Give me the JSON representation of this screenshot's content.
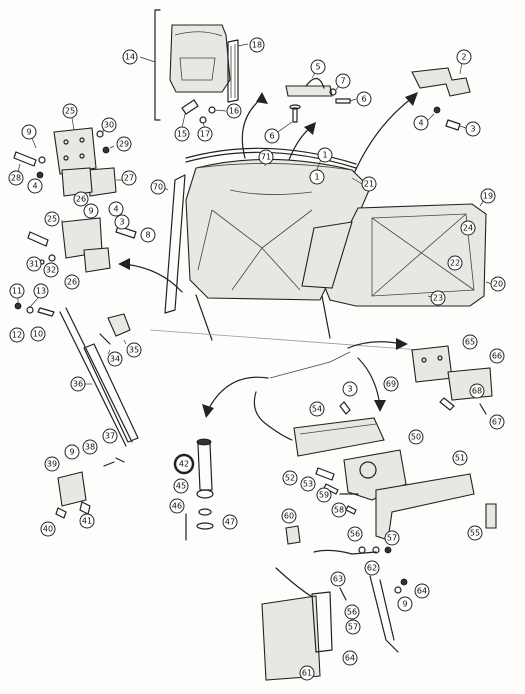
{
  "callouts": [
    {
      "label": "14"
    },
    {
      "label": "18"
    },
    {
      "label": "15"
    },
    {
      "label": "17"
    },
    {
      "label": "16"
    },
    {
      "label": "5"
    },
    {
      "label": "7"
    },
    {
      "label": "6"
    },
    {
      "label": "6"
    },
    {
      "label": "2"
    },
    {
      "label": "1"
    },
    {
      "label": "4"
    },
    {
      "label": "3"
    },
    {
      "label": "25"
    },
    {
      "label": "30"
    },
    {
      "label": "9"
    },
    {
      "label": "29"
    },
    {
      "label": "28"
    },
    {
      "label": "4"
    },
    {
      "label": "27"
    },
    {
      "label": "26"
    },
    {
      "label": "71"
    },
    {
      "label": "1"
    },
    {
      "label": "70"
    },
    {
      "label": "21"
    },
    {
      "label": "19"
    },
    {
      "label": "24"
    },
    {
      "label": "22"
    },
    {
      "label": "20"
    },
    {
      "label": "23"
    },
    {
      "label": "25"
    },
    {
      "label": "4"
    },
    {
      "label": "9"
    },
    {
      "label": "3"
    },
    {
      "label": "8"
    },
    {
      "label": "31"
    },
    {
      "label": "32"
    },
    {
      "label": "26"
    },
    {
      "label": "11"
    },
    {
      "label": "13"
    },
    {
      "label": "12"
    },
    {
      "label": "10"
    },
    {
      "label": "35"
    },
    {
      "label": "34"
    },
    {
      "label": "36"
    },
    {
      "label": "65"
    },
    {
      "label": "66"
    },
    {
      "label": "69"
    },
    {
      "label": "68"
    },
    {
      "label": "67"
    },
    {
      "label": "3"
    },
    {
      "label": "54"
    },
    {
      "label": "50"
    },
    {
      "label": "38"
    },
    {
      "label": "37"
    },
    {
      "label": "9"
    },
    {
      "label": "39"
    },
    {
      "label": "42"
    },
    {
      "label": "45"
    },
    {
      "label": "51"
    },
    {
      "label": "52"
    },
    {
      "label": "53"
    },
    {
      "label": "59"
    },
    {
      "label": "58"
    },
    {
      "label": "41"
    },
    {
      "label": "40"
    },
    {
      "label": "46"
    },
    {
      "label": "47"
    },
    {
      "label": "60"
    },
    {
      "label": "56"
    },
    {
      "label": "57"
    },
    {
      "label": "55"
    },
    {
      "label": "62"
    },
    {
      "label": "63"
    },
    {
      "label": "9"
    },
    {
      "label": "64"
    },
    {
      "label": "56"
    },
    {
      "label": "57"
    },
    {
      "label": "61"
    },
    {
      "label": "64"
    }
  ],
  "highlight_color": "#f0a020"
}
